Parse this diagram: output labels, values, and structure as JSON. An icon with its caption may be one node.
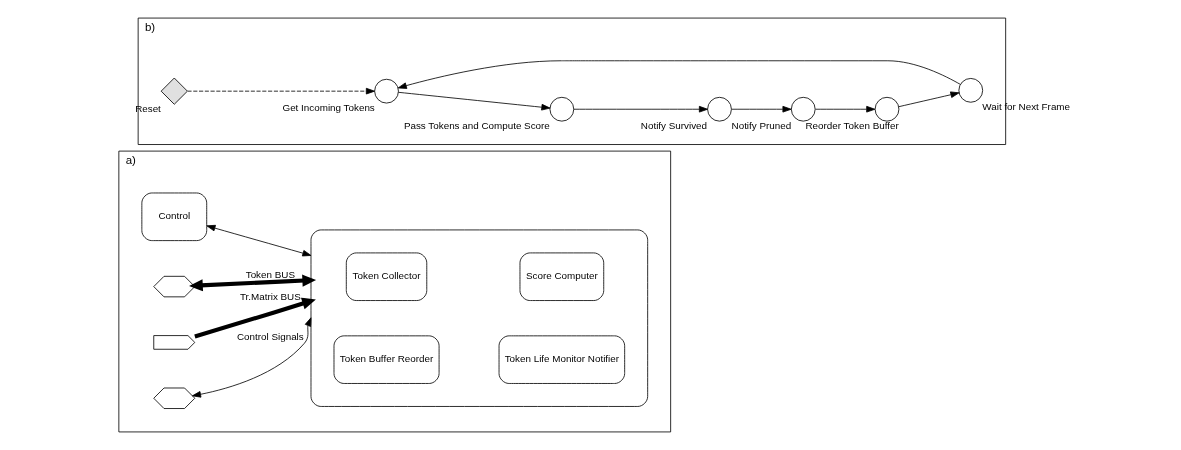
{
  "diagram": {
    "nodes": [
      {
        "text": [
          "a)"
        ]
      },
      {
        "text": [
          "Control"
        ],
        "in": 0
      },
      {
        "text": [],
        "shape": "box",
        "in": 0
      },
      {
        "text": [
          "Token Collector"
        ],
        "in": 2
      },
      {
        "text": [
          "Score Computer"
        ],
        "in": 2
      },
      {
        "text": [
          "Token Buffer Reorder"
        ],
        "in": 2
      },
      {
        "text": [
          "Token Life Monitor Notifier"
        ],
        "in": 2
      },
      {
        "text": [],
        "shape": "hexagon",
        "in": 0
      },
      {
        "text": [],
        "shape": "pentagon",
        "in": 0
      },
      {
        "text": [],
        "shape": "hexagon",
        "in": 0
      },
      {
        "text": [
          "b)"
        ]
      },
      {
        "text": [],
        "shape": "diamond",
        "beside": [
          "Reset"
        ],
        "in": 10
      },
      {
        "text": [],
        "shape": "circle",
        "beside": [
          "Get Incoming Tokens"
        ],
        "in": 10
      },
      {
        "text": [],
        "shape": "circle",
        "beside": [
          "Pass Tokens and Compute Score"
        ],
        "in": 10
      },
      {
        "text": [],
        "shape": "circle",
        "beside": [
          "Notify Survived"
        ],
        "in": 10
      },
      {
        "text": [],
        "shape": "circle",
        "beside": [
          "Notify Pruned"
        ],
        "in": 10
      },
      {
        "text": [],
        "shape": "circle",
        "beside": [
          "Reorder Token Buffer"
        ],
        "in": 10
      },
      {
        "text": [],
        "shape": "circle",
        "beside": [
          "Wait for Next Frame"
        ],
        "in": 10
      }
    ],
    "edges": [
      {
        "from": 1,
        "to": 2,
        "arrow": "both"
      },
      {
        "from": 7,
        "to": 2,
        "arrow": "both",
        "label": "Token BUS",
        "style": "thick"
      },
      {
        "from": 8,
        "to": 2,
        "arrow": "to",
        "label": "Tr.Matrix BUS",
        "style": "thick"
      },
      {
        "from": 9,
        "to": 2,
        "arrow": "both",
        "label": "Control Signals"
      },
      {
        "from": 11,
        "to": 12,
        "arrow": "to",
        "style": "dashed"
      },
      {
        "from": 12,
        "to": 13,
        "arrow": "to"
      },
      {
        "from": 13,
        "to": 14,
        "arrow": "to"
      },
      {
        "from": 14,
        "to": 15,
        "arrow": "to"
      },
      {
        "from": 15,
        "to": 16,
        "arrow": "to"
      },
      {
        "from": 16,
        "to": 17,
        "arrow": "to"
      },
      {
        "from": 17,
        "to": 12,
        "arrow": "to"
      }
    ]
  }
}
